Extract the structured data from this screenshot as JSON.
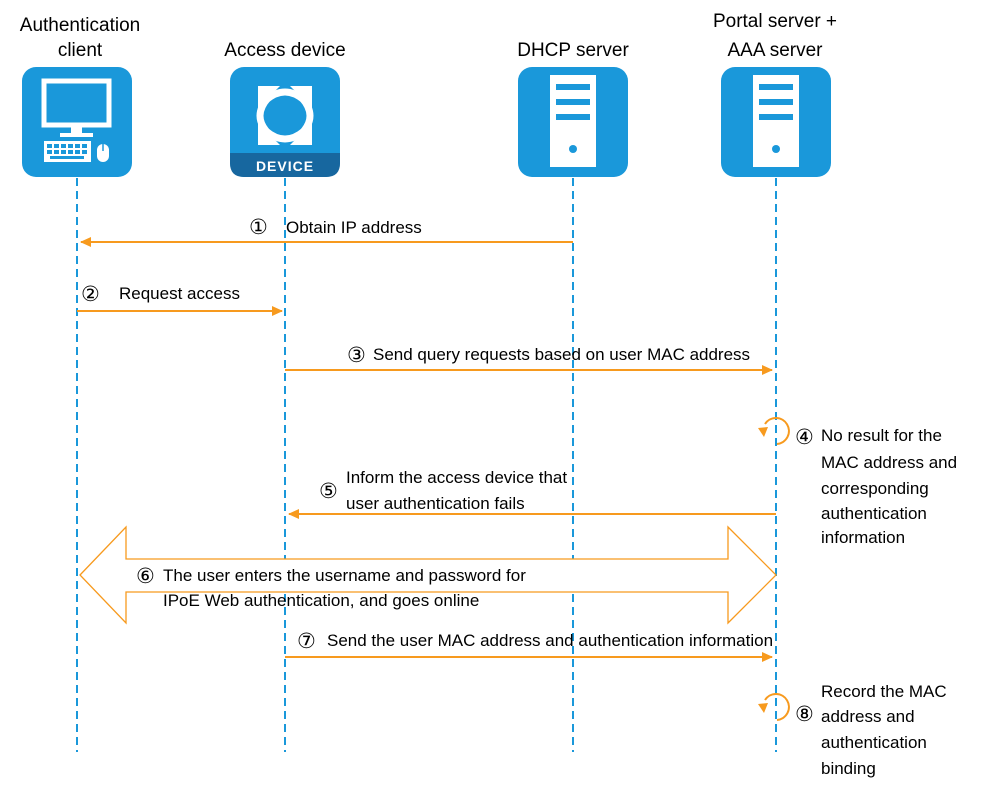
{
  "participants": {
    "client": {
      "label_lines": [
        "Authentication",
        "client"
      ],
      "icon": "computer-icon"
    },
    "access": {
      "label_lines": [
        "Access device"
      ],
      "icon": "device-icon",
      "device_badge": "DEVICE"
    },
    "dhcp": {
      "label_lines": [
        "DHCP server"
      ],
      "icon": "server-icon"
    },
    "portal": {
      "label_lines": [
        "Portal server +",
        "AAA server"
      ],
      "icon": "server-icon"
    }
  },
  "steps": [
    {
      "num": "①",
      "lines": [
        "Obtain IP address"
      ]
    },
    {
      "num": "②",
      "lines": [
        "Request access"
      ]
    },
    {
      "num": "③",
      "lines": [
        "Send query requests based on user MAC address"
      ]
    },
    {
      "num": "④",
      "lines": [
        "No result for the",
        "MAC address and",
        "corresponding",
        "authentication",
        "information"
      ]
    },
    {
      "num": "⑤",
      "lines": [
        "Inform the access device that",
        "user authentication fails"
      ]
    },
    {
      "num": "⑥",
      "lines": [
        "The user enters the username and password for",
        "IPoE Web authentication, and goes online"
      ]
    },
    {
      "num": "⑦",
      "lines": [
        "Send the user MAC address and authentication information"
      ]
    },
    {
      "num": "⑧",
      "lines": [
        "Record the MAC",
        "address and",
        "authentication",
        "binding"
      ]
    }
  ],
  "colors": {
    "icon_bg": "#1a98da",
    "lifeline": "#1a98da",
    "arrow": "#f79a1e"
  }
}
